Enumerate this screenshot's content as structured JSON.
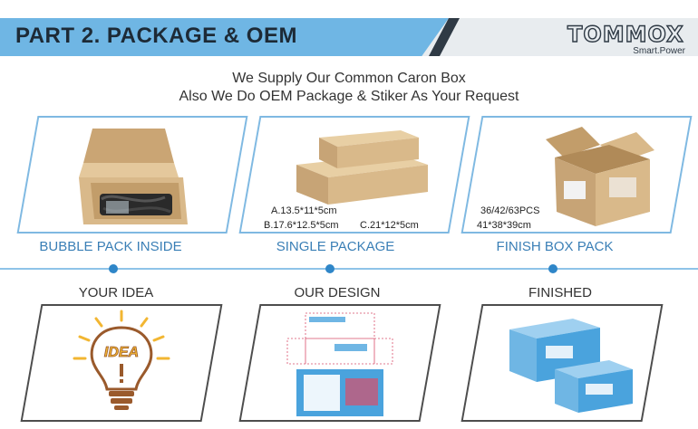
{
  "header": {
    "title": "PART 2.   PACKAGE & OEM",
    "brand": "TOMMOX",
    "tagline": "Smart.Power"
  },
  "intro": {
    "line1": "We Supply Our Common Caron Box",
    "line2": "Also We Do OEM Package & Stiker As Your Request"
  },
  "row1": [
    {
      "caption": "BUBBLE PACK INSIDE"
    },
    {
      "caption": "SINGLE PACKAGE",
      "spec_a": "A.13.5*11*5cm",
      "spec_b": "B.17.6*12.5*5cm",
      "spec_c": "C.21*12*5cm"
    },
    {
      "caption": "FINISH BOX PACK",
      "spec_a": "36/42/63PCS",
      "spec_b": "41*38*39cm"
    }
  ],
  "row2": [
    {
      "caption": "YOUR IDEA",
      "bulb_text": "IDEA"
    },
    {
      "caption": "OUR DESIGN"
    },
    {
      "caption": "FINISHED"
    }
  ],
  "colors": {
    "accent": "#6fb6e4",
    "caption_blue": "#3a7fb6",
    "dot": "#2f86c8",
    "carton": "#d9b98a"
  }
}
